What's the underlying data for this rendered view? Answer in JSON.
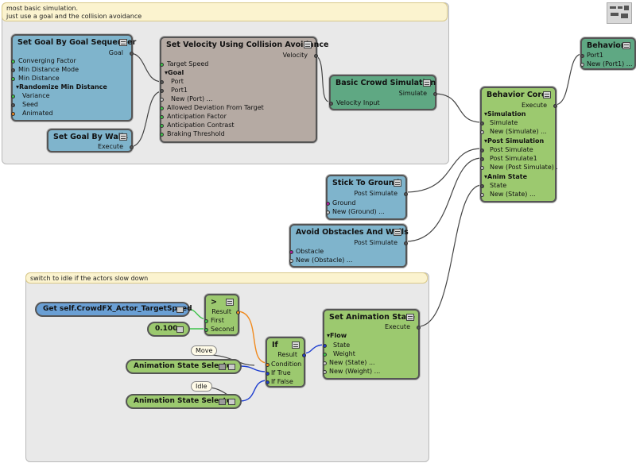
{
  "groups": {
    "sim_note": "most basic simulation.\njust use a goal and the collision avoidance",
    "idle_note": "switch to idle if the actors slow down"
  },
  "nodes": {
    "goal_seq": {
      "title": "Set Goal By Goal Sequencer",
      "out": "Goal",
      "pins": [
        "Converging Factor",
        "Min Distance Mode",
        "Min Distance"
      ],
      "section": "Randomize Min Distance",
      "sub_pins": [
        "Variance",
        "Seed",
        "Animated"
      ]
    },
    "goal_walls": {
      "title": "Set Goal By Walls",
      "out": "Execute"
    },
    "velocity": {
      "title": "Set Velocity Using Collision Avoidance",
      "out": "Velocity",
      "pin_target_speed": "Target Speed",
      "section": "Goal",
      "goal_pins": [
        "Port",
        "Port1",
        "New (Port) ..."
      ],
      "more_pins": [
        "Allowed Deviation From Target",
        "Anticipation Factor",
        "Anticipation Contrast",
        "Braking Threshold"
      ]
    },
    "crowd": {
      "title": "Basic Crowd Simulation",
      "out": "Simulate",
      "in": "Velocity Input"
    },
    "behavior": {
      "title": "Behavior",
      "pins": [
        "Port1",
        "New (Port1) ..."
      ]
    },
    "core": {
      "title": "Behavior Core",
      "out": "Execute",
      "sec1": "Simulation",
      "sec1_pins": [
        "Simulate",
        "New (Simulate) ..."
      ],
      "sec2": "Post Simulation",
      "sec2_pins": [
        "Post Simulate",
        "Post Simulate1",
        "New (Post Simulate) ."
      ],
      "sec3": "Anim State",
      "sec3_pins": [
        "State",
        "New (State) ..."
      ]
    },
    "ground": {
      "title": "Stick To Ground",
      "out": "Post Simulate",
      "pins": [
        "Ground",
        "New (Ground) ..."
      ]
    },
    "avoid": {
      "title": "Avoid Obstacles And Walls",
      "out": "Post Simulate",
      "pins": [
        "Obstacle",
        "New (Obstacle) ..."
      ]
    },
    "get_speed": {
      "label": "Get self.CrowdFX_Actor_TargetSpeed"
    },
    "const": {
      "label": "0.100"
    },
    "compare": {
      "title": ">",
      "out": "Result",
      "pins": [
        "First",
        "Second"
      ]
    },
    "if_node": {
      "title": "If",
      "out": "Result",
      "pins": [
        "Condition",
        "If True",
        "If False"
      ]
    },
    "sel_move": {
      "label": "Animation State Selector",
      "bubble": "Move"
    },
    "sel_idle": {
      "label": "Animation State Selector",
      "bubble": "Idle"
    },
    "anim": {
      "title": "Set Animation State",
      "out": "Execute",
      "section": "Flow",
      "pins": [
        "State",
        "Weight",
        "New (State) ...",
        "New (Weight) ..."
      ]
    }
  },
  "colors": {
    "wire_default": "#444444",
    "wire_orange": "#f08a1e",
    "wire_blue": "#1f3fd0",
    "wire_green": "#3ec24a"
  }
}
